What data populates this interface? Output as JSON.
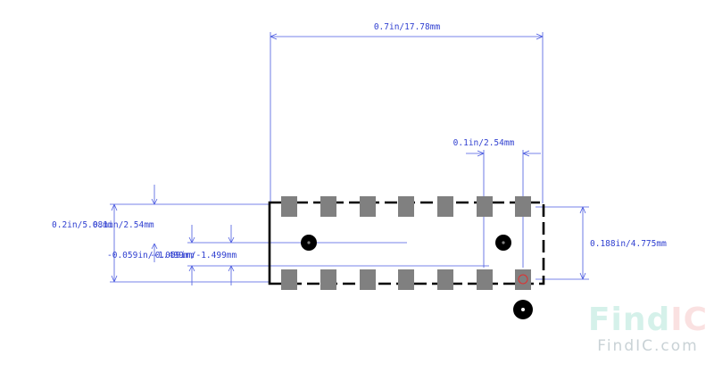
{
  "dimensions": {
    "overall_width": "0.7in/17.78mm",
    "pitch": "0.1in/2.54mm",
    "body_height": "0.188in/4.775mm",
    "left_outer_a": "0.2in/5.08mm",
    "left_outer_b": "0.1in/2.54mm",
    "pad_size_a": "-0.059in/-1.499mm",
    "pad_size_b": "-0.059in/-1.499mm"
  },
  "watermark": {
    "logo_find": "Find",
    "logo_ic": "IC",
    "url": "FindIC.com"
  },
  "colors": {
    "dimension": "#2f3fd0",
    "pad": "#808080",
    "outline": "#000000",
    "pin1_marker": "#e03030",
    "watermark_find": "#7fd4bf",
    "watermark_ic": "#f0a3a3"
  }
}
